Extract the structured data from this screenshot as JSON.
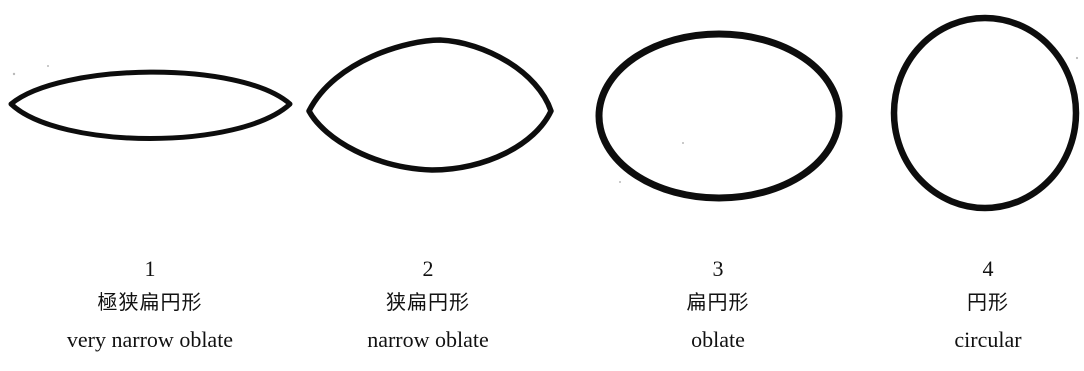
{
  "figure": {
    "shapes": [
      {
        "number": "1",
        "label_ja": "極狭扁円形",
        "label_en": "very narrow oblate",
        "outline_icon": "pointed-lens-outline"
      },
      {
        "number": "2",
        "label_ja": "狭扁円形",
        "label_en": "narrow oblate",
        "outline_icon": "pointed-ellipse-outline"
      },
      {
        "number": "3",
        "label_ja": "扁円形",
        "label_en": "oblate",
        "outline_icon": "ellipse-outline"
      },
      {
        "number": "4",
        "label_ja": "円形",
        "label_en": "circular",
        "outline_icon": "circle-outline"
      }
    ],
    "colors": {
      "ink": "#0d0d0d",
      "background": "#ffffff"
    }
  }
}
